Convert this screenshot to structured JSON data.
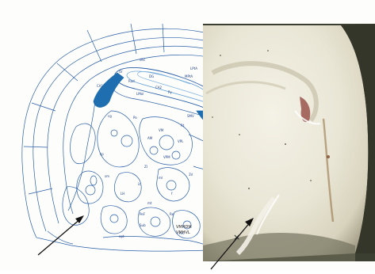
{
  "figure": {
    "left_panel": {
      "kind": "brain-atlas-coronal-section-drawing",
      "line_color": "#2a5fa8",
      "ventricle_fill_color": "#1f6fb0",
      "region_labels": [
        "dhc",
        "CA1",
        "CA2",
        "Py",
        "MPtA",
        "LPtA",
        "SMV",
        "VM",
        "Rt",
        "ZI",
        "Po",
        "VPM",
        "VPL",
        "LH",
        "ic",
        "opt",
        "mt",
        "f",
        "cp",
        "3V",
        "DG",
        "Or",
        "Rad",
        "LMol",
        "cg",
        "ml",
        "sm",
        "AM",
        "Re",
        "Sub",
        "Arc",
        "PeF"
      ],
      "caption_labels": [
        "VMHDM",
        "VMHVL"
      ]
    },
    "right_panel": {
      "kind": "photograph-of-sliced-brain-tissue",
      "marker_symbol": "×"
    },
    "arrows": [
      {
        "name": "left-panel-arrow",
        "color": "#111111"
      },
      {
        "name": "right-panel-arrow",
        "color": "#111111"
      }
    ]
  }
}
